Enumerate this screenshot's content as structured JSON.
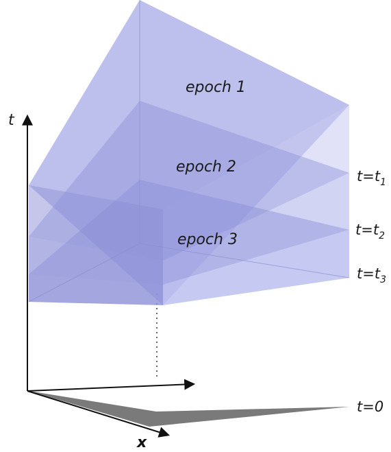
{
  "diagram": {
    "axes": {
      "time_label": "t",
      "space_label": "x"
    },
    "epochs": [
      {
        "label": "epoch 1"
      },
      {
        "label": "epoch 2"
      },
      {
        "label": "epoch 3"
      }
    ],
    "time_markers": [
      {
        "base": "t=t",
        "sub": "1"
      },
      {
        "base": "t=t",
        "sub": "2"
      },
      {
        "base": "t=t",
        "sub": "3"
      },
      {
        "base": "t=0",
        "sub": ""
      }
    ],
    "colors": {
      "volume": "#8a8fd8",
      "volume_light": "#d6d8f5",
      "floor": "#7a7a7a",
      "axis": "#111111"
    }
  }
}
